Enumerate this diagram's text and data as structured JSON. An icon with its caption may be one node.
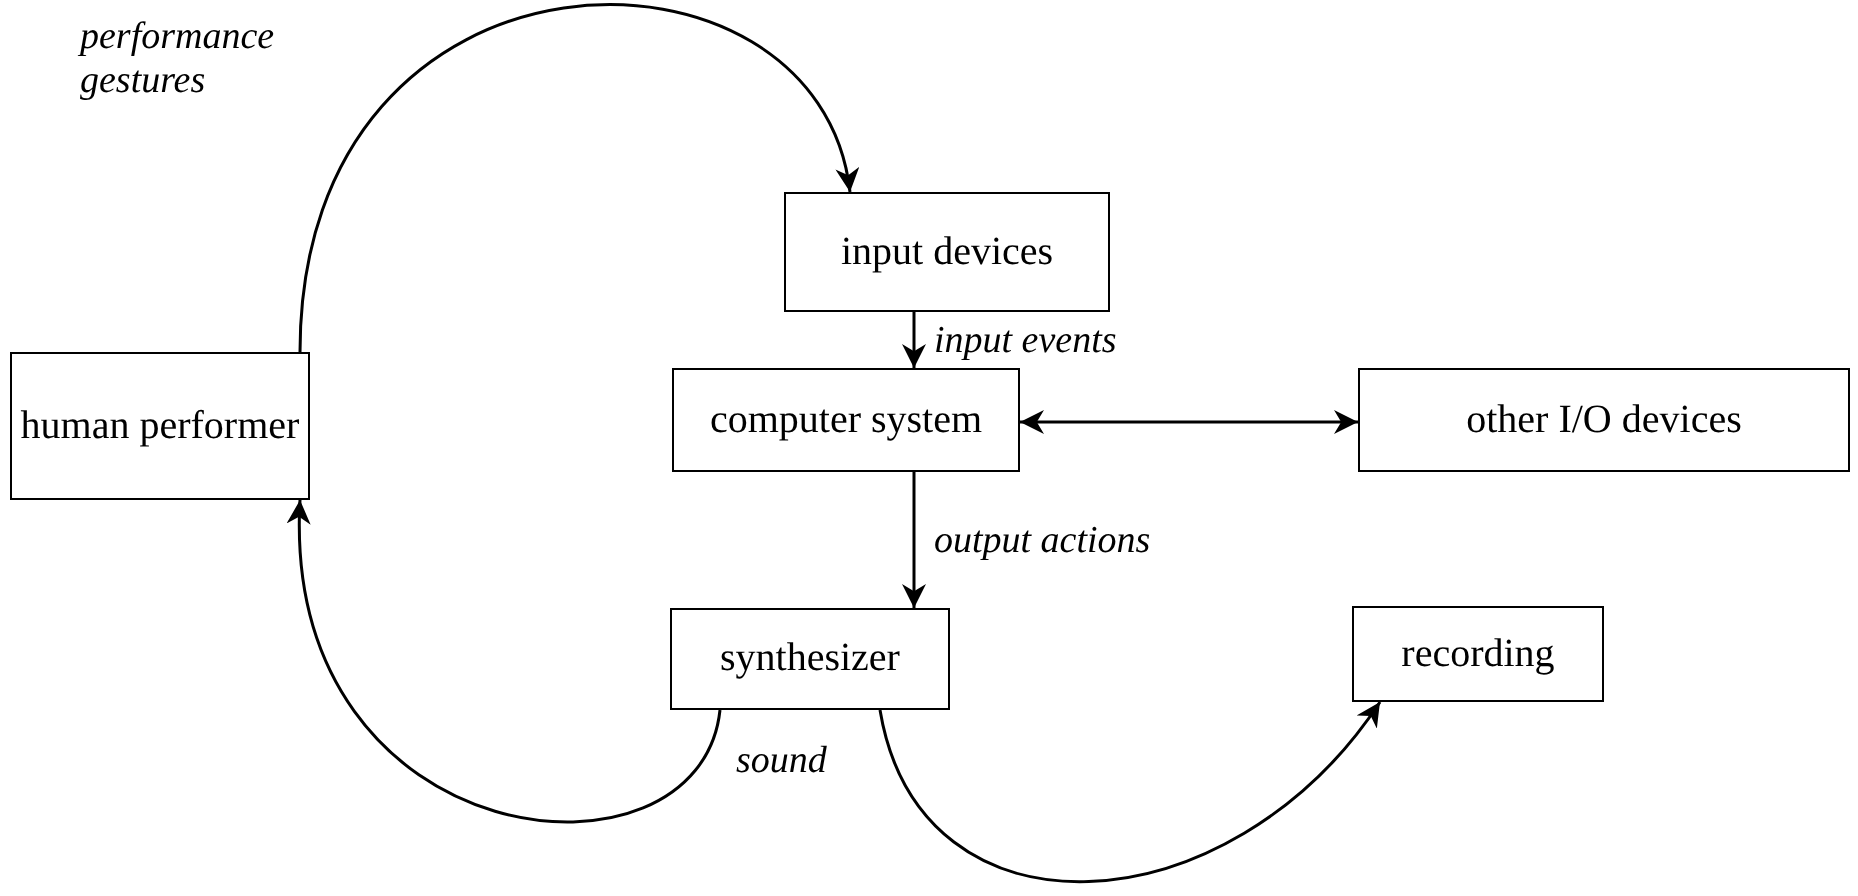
{
  "diagram": {
    "nodes": [
      {
        "text": [
          "human performer"
        ]
      },
      {
        "text": [
          "input devices"
        ]
      },
      {
        "text": [
          "computer system"
        ]
      },
      {
        "text": [
          "other I/O devices"
        ]
      },
      {
        "text": [
          "synthesizer"
        ]
      },
      {
        "text": [
          "recording"
        ]
      }
    ],
    "edges": [
      {
        "from": 0,
        "to": 1,
        "arrow": "to",
        "label": "performance gestures"
      },
      {
        "from": 1,
        "to": 2,
        "arrow": "to",
        "label": "input events"
      },
      {
        "from": 2,
        "to": 3,
        "arrow": "both"
      },
      {
        "from": 2,
        "to": 4,
        "arrow": "to",
        "label": "output actions"
      },
      {
        "from": 4,
        "to": 0,
        "arrow": "to",
        "label": "sound"
      },
      {
        "from": 4,
        "to": 5,
        "arrow": "to"
      }
    ]
  }
}
